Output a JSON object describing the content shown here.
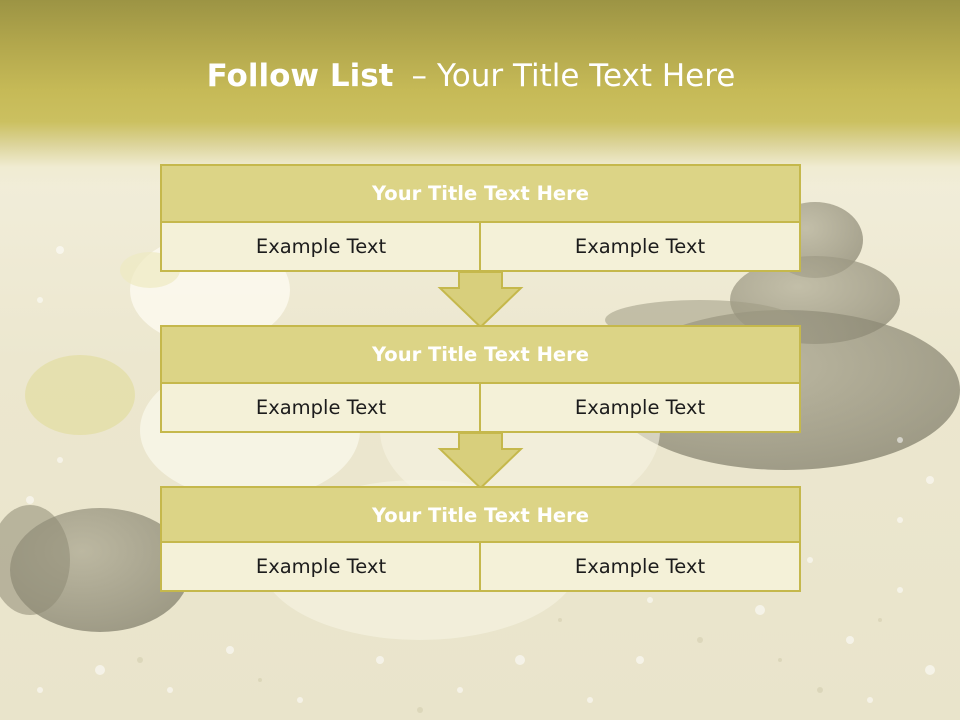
{
  "slide": {
    "title_bold": "Follow List",
    "title_sep": "–",
    "title_rest": "Your Title Text Here"
  },
  "colors": {
    "header_band": "#c6ba57",
    "stage_title_fill": "#dcd486",
    "stage_border": "#c5b84c",
    "cell_fill": "#f4f1d8",
    "arrow_fill": "#d8cf7c"
  },
  "stages": [
    {
      "title": "Your Title Text Here",
      "left": "Example Text",
      "right": "Example Text"
    },
    {
      "title": "Your Title Text Here",
      "left": "Example Text",
      "right": "Example Text"
    },
    {
      "title": "Your Title Text Here",
      "left": "Example Text",
      "right": "Example Text"
    }
  ],
  "icons": [
    "down-arrow-icon"
  ]
}
